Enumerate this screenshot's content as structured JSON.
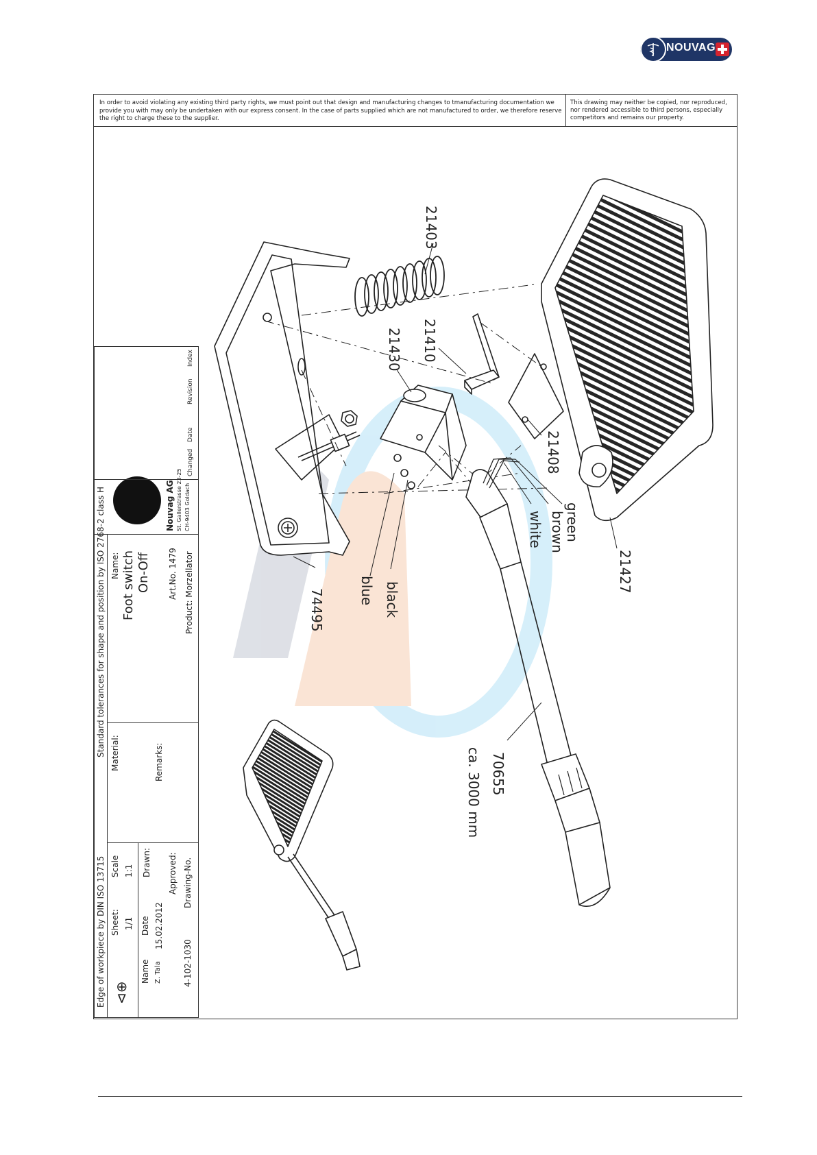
{
  "logo": {
    "text": "NOUVAG"
  },
  "notice": {
    "rights_text": "In order to avoid violating any existing third party rights, we must point out that design and manufacturing changes to tmanufacturing documentation we provide you with may only be undertaken with our express consent. In the case of parts supplied which are not manufactured to order, we therefore reserve the right to charge these to the supplier.",
    "copy_text": "This drawing may neither be copied, nor reproduced, nor rendered accessible to third persons, especially competitors and remains our property."
  },
  "callouts": {
    "p21403": "21403",
    "p21410": "21410",
    "p21430": "21430",
    "p21408": "21408",
    "p21427": "21427",
    "p74495": "74495",
    "p70655": "70655",
    "wire_green": "green",
    "wire_brown": "brown",
    "wire_white": "white",
    "wire_black": "black",
    "wire_blue": "blue",
    "cable_length": "ca. 3000 mm"
  },
  "revision_table": {
    "headers": [
      "Index",
      "Revision",
      "Date",
      "Changed"
    ]
  },
  "company": {
    "name": "Nouvag AG",
    "street": "St. Gallerstrasse 23-25",
    "city": "CH-9403 Goldach"
  },
  "title_block": {
    "tolerance_note": "Standard tolerances for shape and position by ISO 2768-2 class H",
    "edge_note": "Edge of workpiece by DIN ISO 13715",
    "name_label": "Name:",
    "part_name_line1": "Foot switch",
    "part_name_line2": "On-Off",
    "art_no": "Art.No.  1479",
    "product": "Product: Morzellator",
    "material_label": "Material:",
    "remarks_label": "Remarks:",
    "scale_label": "Scale",
    "scale_value": "1:1",
    "sheet_label": "Sheet:",
    "sheet_value": "1/1",
    "drawn_label": "Drawn:",
    "date_label": "Date",
    "date_value": "15.02.2012",
    "name_col_label": "Name",
    "drawer_name": "Z. Tala",
    "approved_label": "Approved:",
    "drawing_no_label": "Drawing-No.",
    "drawing_no_value": "4-102-1030"
  }
}
